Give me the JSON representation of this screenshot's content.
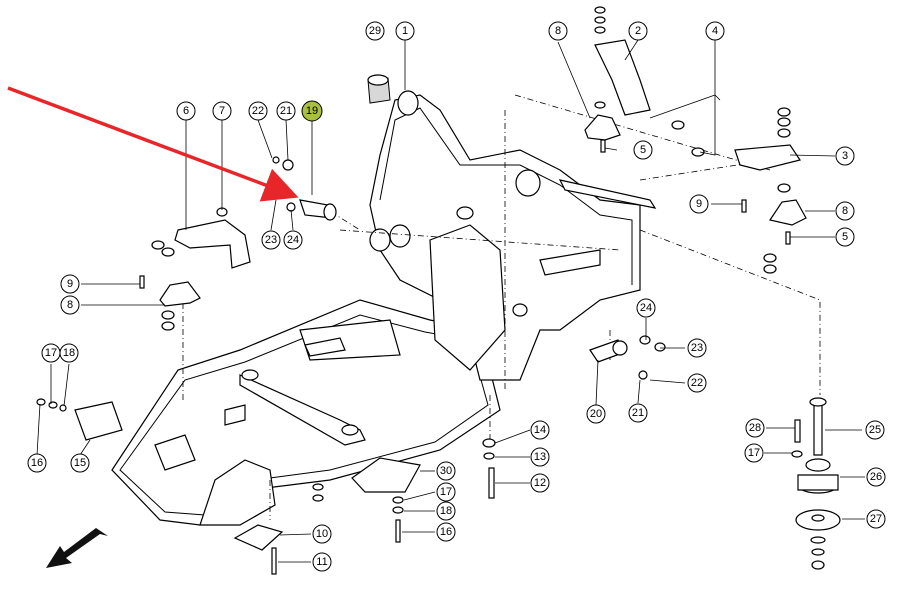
{
  "diagram": {
    "callouts": [
      {
        "id": "c29",
        "label": "29"
      },
      {
        "id": "c1",
        "label": "1"
      },
      {
        "id": "c8a",
        "label": "8"
      },
      {
        "id": "c2",
        "label": "2"
      },
      {
        "id": "c4",
        "label": "4"
      },
      {
        "id": "c6",
        "label": "6"
      },
      {
        "id": "c7",
        "label": "7"
      },
      {
        "id": "c22a",
        "label": "22"
      },
      {
        "id": "c21a",
        "label": "21"
      },
      {
        "id": "c19",
        "label": "19"
      },
      {
        "id": "c5a",
        "label": "5"
      },
      {
        "id": "c3",
        "label": "3"
      },
      {
        "id": "c9a",
        "label": "9"
      },
      {
        "id": "c8b",
        "label": "8"
      },
      {
        "id": "c23a",
        "label": "23"
      },
      {
        "id": "c24a",
        "label": "24"
      },
      {
        "id": "c5b",
        "label": "5"
      },
      {
        "id": "c9b",
        "label": "9"
      },
      {
        "id": "c8c",
        "label": "8"
      },
      {
        "id": "c24b",
        "label": "24"
      },
      {
        "id": "c23b",
        "label": "23"
      },
      {
        "id": "c17a",
        "label": "17"
      },
      {
        "id": "c18a",
        "label": "18"
      },
      {
        "id": "c22b",
        "label": "22"
      },
      {
        "id": "c20",
        "label": "20"
      },
      {
        "id": "c21b",
        "label": "21"
      },
      {
        "id": "c16a",
        "label": "16"
      },
      {
        "id": "c15",
        "label": "15"
      },
      {
        "id": "c14",
        "label": "14"
      },
      {
        "id": "c13",
        "label": "13"
      },
      {
        "id": "c12",
        "label": "12"
      },
      {
        "id": "c28",
        "label": "28"
      },
      {
        "id": "c25",
        "label": "25"
      },
      {
        "id": "c17b",
        "label": "17"
      },
      {
        "id": "c26",
        "label": "26"
      },
      {
        "id": "c30",
        "label": "30"
      },
      {
        "id": "c17c",
        "label": "17"
      },
      {
        "id": "c18b",
        "label": "18"
      },
      {
        "id": "c16b",
        "label": "16"
      },
      {
        "id": "c10",
        "label": "10"
      },
      {
        "id": "c11",
        "label": "11"
      },
      {
        "id": "c27",
        "label": "27"
      }
    ],
    "colors": {
      "highlight_fill": "#a8bf3f",
      "pointer_arrow": "#e8262a",
      "line": "#000000"
    },
    "highlighted_callout": "19"
  }
}
